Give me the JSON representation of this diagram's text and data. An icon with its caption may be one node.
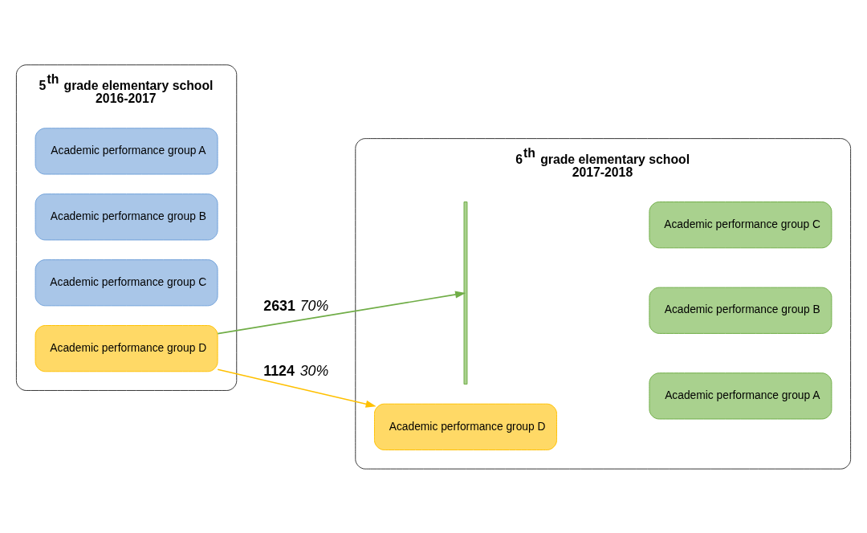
{
  "diagram": {
    "nodes": [
      {
        "text": [
          "5$^{th}$ grade elementary school",
          "2016-2017"
        ]
      },
      {
        "text": [
          "Academic performance group A"
        ],
        "in": 0
      },
      {
        "text": [
          "Academic performance group B"
        ],
        "in": 0
      },
      {
        "text": [
          "Academic performance group C"
        ],
        "in": 0
      },
      {
        "text": [
          "Academic performance group D"
        ],
        "in": 0
      },
      {
        "text": [
          "6$^{th}$ grade elementary school",
          "2017-2018"
        ]
      },
      {
        "text": [],
        "shape": "bracket",
        "in": 5
      },
      {
        "text": [
          "Academic performance group A"
        ],
        "in": 5
      },
      {
        "text": [
          "Academic performance group B"
        ],
        "in": 5
      },
      {
        "text": [
          "Academic performance group C"
        ],
        "in": 5
      },
      {
        "text": [
          "Academic performance group D"
        ],
        "in": 5
      }
    ],
    "edges": [
      {
        "from": 4,
        "to": 6,
        "arrow": "to",
        "label": "**2631** *70%*",
        "color": "#70ad47"
      },
      {
        "from": 4,
        "to": 10,
        "arrow": "to",
        "label": "**1124** *30%*",
        "color": "#ffc000"
      }
    ]
  }
}
